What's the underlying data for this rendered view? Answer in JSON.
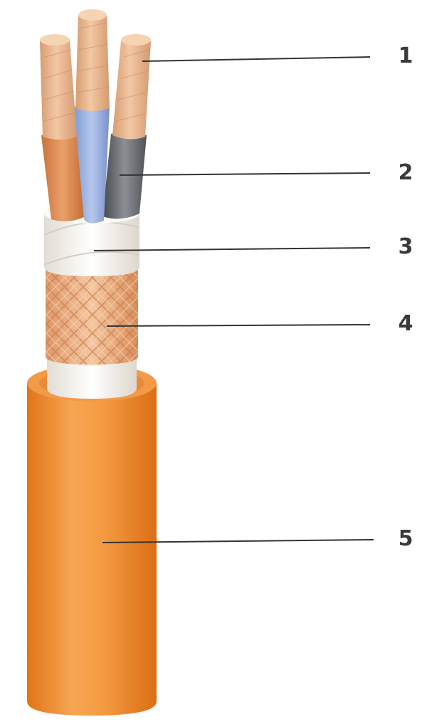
{
  "callouts": [
    {
      "id": 1,
      "label": "1"
    },
    {
      "id": 2,
      "label": "2"
    },
    {
      "id": 3,
      "label": "3"
    },
    {
      "id": 4,
      "label": "4"
    },
    {
      "id": 5,
      "label": "5"
    }
  ],
  "colors": {
    "copper_strand": "#e8b48c",
    "core_brown": "#d9834a",
    "core_blue": "#8aa7de",
    "core_grey": "#5f6266",
    "tape_white": "#f6f3ee",
    "braid": "#e8a878",
    "outer_sheath": "#f08a2c",
    "leader_line": "#333333",
    "label_text": "#3a3a3a"
  }
}
